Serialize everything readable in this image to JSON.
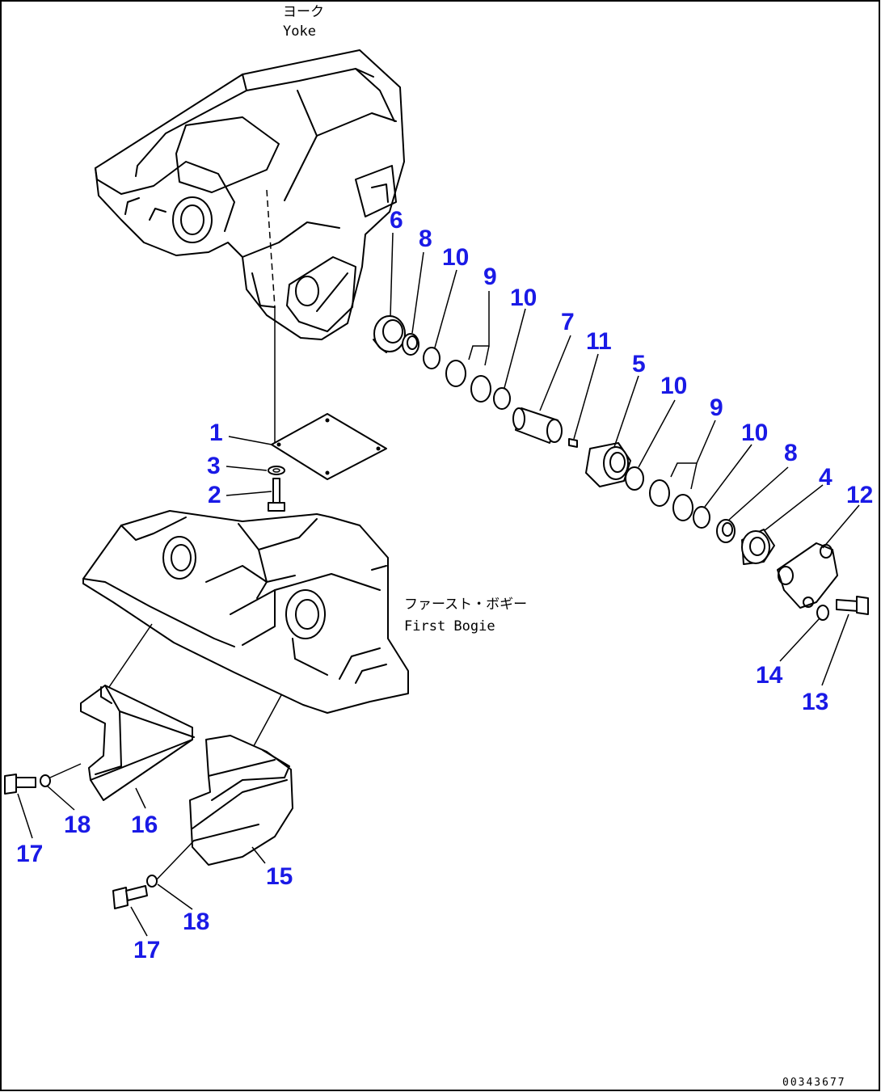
{
  "labels": {
    "yoke_jp": "ヨーク",
    "yoke_en": "Yoke",
    "bogie_jp": "ファースト・ボギー",
    "bogie_en": "First Bogie"
  },
  "figure_number": "00343677",
  "callouts": [
    {
      "id": "c1",
      "text": "1"
    },
    {
      "id": "c2",
      "text": "2"
    },
    {
      "id": "c3",
      "text": "3"
    },
    {
      "id": "c4",
      "text": "4"
    },
    {
      "id": "c5",
      "text": "5"
    },
    {
      "id": "c6",
      "text": "6"
    },
    {
      "id": "c7",
      "text": "7"
    },
    {
      "id": "c8a",
      "text": "8"
    },
    {
      "id": "c8b",
      "text": "8"
    },
    {
      "id": "c9a",
      "text": "9"
    },
    {
      "id": "c9b",
      "text": "9"
    },
    {
      "id": "c10a",
      "text": "10"
    },
    {
      "id": "c10b",
      "text": "10"
    },
    {
      "id": "c10c",
      "text": "10"
    },
    {
      "id": "c10d",
      "text": "10"
    },
    {
      "id": "c11",
      "text": "11"
    },
    {
      "id": "c12",
      "text": "12"
    },
    {
      "id": "c13",
      "text": "13"
    },
    {
      "id": "c14",
      "text": "14"
    },
    {
      "id": "c15",
      "text": "15"
    },
    {
      "id": "c16",
      "text": "16"
    },
    {
      "id": "c17a",
      "text": "17"
    },
    {
      "id": "c17b",
      "text": "17"
    },
    {
      "id": "c18a",
      "text": "18"
    },
    {
      "id": "c18b",
      "text": "18"
    }
  ]
}
